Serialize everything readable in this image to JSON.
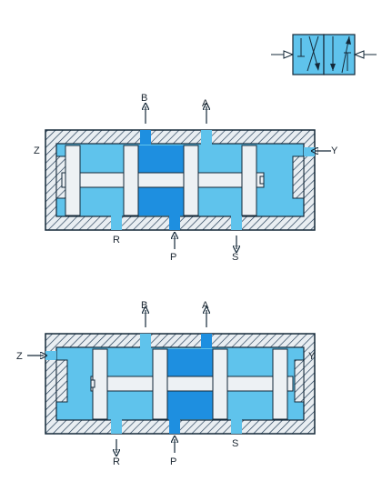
{
  "colors": {
    "housing": "#e9eef2",
    "hatch": "#1a3550",
    "light_blue": "#5fc3ec",
    "dark_blue": "#1e8fe0",
    "spool": "#edf1f4",
    "outline": "#142838"
  },
  "symbol": {
    "name": "5/2-way valve symbol"
  },
  "valves": [
    {
      "state": "position-1",
      "ports": {
        "B": "B",
        "A": "A",
        "Z": "Z",
        "Y": "Y",
        "R": "R",
        "P": "P",
        "S": "S"
      }
    },
    {
      "state": "position-2",
      "ports": {
        "B": "B",
        "A": "A",
        "Z": "Z",
        "Y": "Y",
        "R": "R",
        "P": "P",
        "S": "S"
      }
    }
  ]
}
